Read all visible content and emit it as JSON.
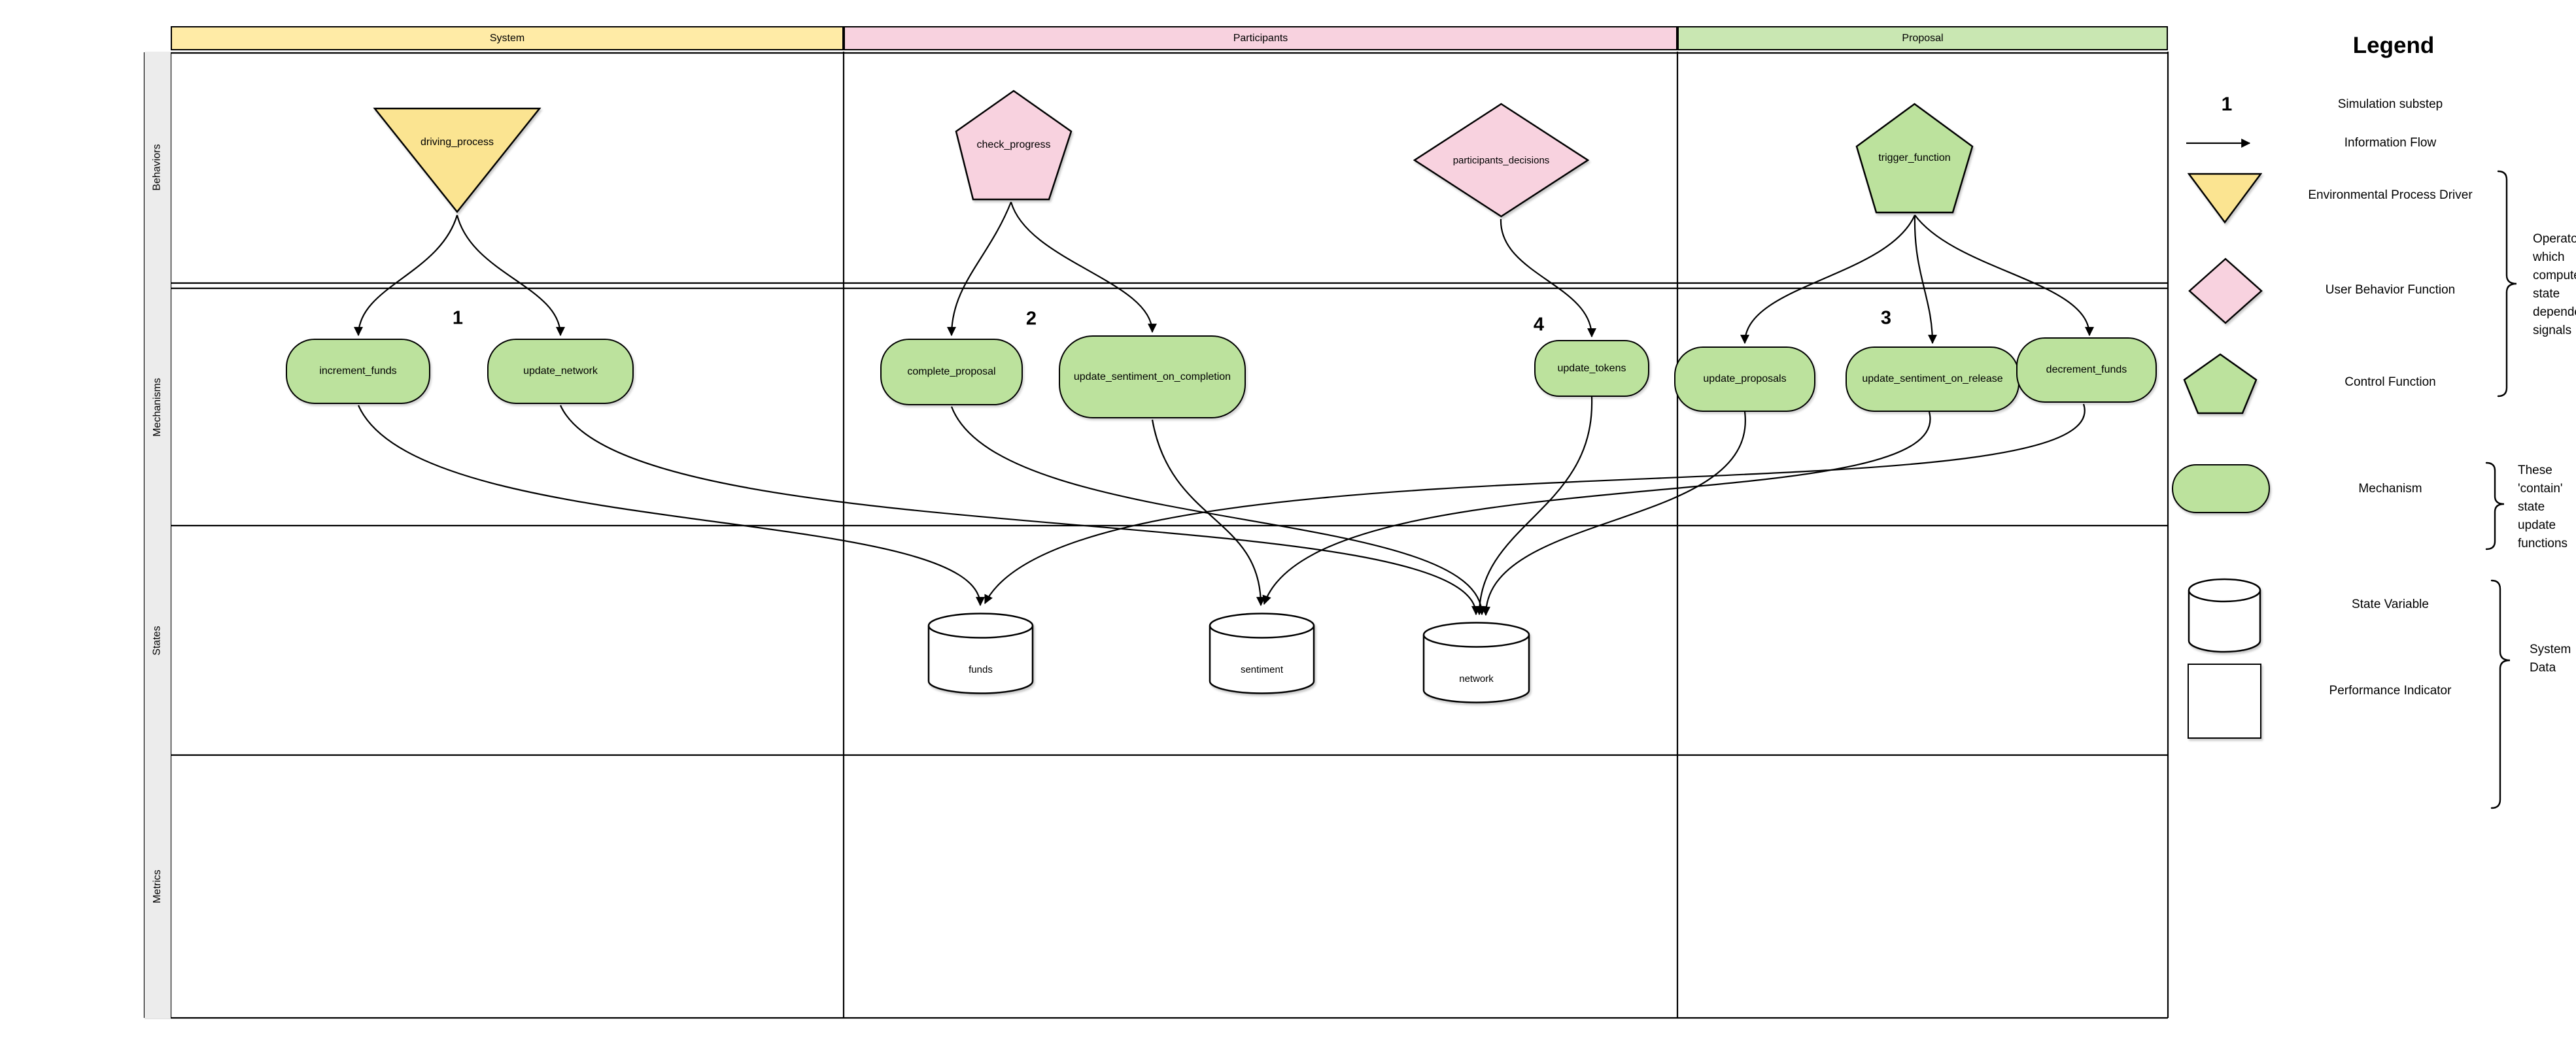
{
  "diagram": {
    "columns": [
      {
        "id": "system",
        "label": "System",
        "header_color": "#FFEBA6"
      },
      {
        "id": "participants",
        "label": "Participants",
        "header_color": "#F8D2DF"
      },
      {
        "id": "proposal",
        "label": "Proposal",
        "header_color": "#C9E7B2"
      }
    ],
    "rows": [
      {
        "label": "Behaviors"
      },
      {
        "label": "Mechanisms"
      },
      {
        "label": "States"
      },
      {
        "label": "Metrics"
      }
    ],
    "behaviors": [
      {
        "id": "driving_process",
        "label": "driving_process",
        "shape": "inverted-triangle",
        "column": "System",
        "type": "Environmental Process Driver",
        "color": "#FBE491"
      },
      {
        "id": "check_progress",
        "label": "check_progress",
        "shape": "pentagon",
        "column": "Participants",
        "color": "#F8D2DF"
      },
      {
        "id": "participants_decisions",
        "label": "participants_decisions",
        "shape": "diamond",
        "column": "Participants",
        "type": "User Behavior Function",
        "color": "#F8D2DF"
      },
      {
        "id": "trigger_function",
        "label": "trigger_function",
        "shape": "pentagon",
        "column": "Proposal",
        "type": "Control Function",
        "color": "#BCE29D"
      }
    ],
    "mechanisms": [
      {
        "id": "increment_funds",
        "label": "increment_funds",
        "column": "System"
      },
      {
        "id": "update_network",
        "label": "update_network",
        "column": "System"
      },
      {
        "id": "complete_proposal",
        "label": "complete_proposal",
        "column": "Participants"
      },
      {
        "id": "update_sentiment_on_completion",
        "label": "update_sentiment_on_completion",
        "column": "Participants"
      },
      {
        "id": "update_tokens",
        "label": "update_tokens",
        "column": "Participants"
      },
      {
        "id": "update_proposals",
        "label": "update_proposals",
        "column": "Proposal"
      },
      {
        "id": "update_sentiment_on_release",
        "label": "update_sentiment_on_release",
        "column": "Proposal"
      },
      {
        "id": "decrement_funds",
        "label": "decrement_funds",
        "column": "Proposal"
      }
    ],
    "states": [
      {
        "id": "funds",
        "label": "funds"
      },
      {
        "id": "sentiment",
        "label": "sentiment"
      },
      {
        "id": "network",
        "label": "network"
      }
    ],
    "substeps": [
      {
        "number": "1",
        "column": "System"
      },
      {
        "number": "2",
        "column": "Participants"
      },
      {
        "number": "4",
        "column": "Participants"
      },
      {
        "number": "3",
        "column": "Proposal"
      }
    ],
    "edges": [
      {
        "from": "driving_process",
        "to": "increment_funds"
      },
      {
        "from": "driving_process",
        "to": "update_network"
      },
      {
        "from": "check_progress",
        "to": "complete_proposal"
      },
      {
        "from": "check_progress",
        "to": "update_sentiment_on_completion"
      },
      {
        "from": "participants_decisions",
        "to": "update_tokens"
      },
      {
        "from": "trigger_function",
        "to": "update_proposals"
      },
      {
        "from": "trigger_function",
        "to": "update_sentiment_on_release"
      },
      {
        "from": "trigger_function",
        "to": "decrement_funds"
      },
      {
        "from": "increment_funds",
        "to": "funds"
      },
      {
        "from": "update_network",
        "to": "network"
      },
      {
        "from": "complete_proposal",
        "to": "network"
      },
      {
        "from": "update_sentiment_on_completion",
        "to": "sentiment"
      },
      {
        "from": "update_tokens",
        "to": "network"
      },
      {
        "from": "update_proposals",
        "to": "network"
      },
      {
        "from": "update_sentiment_on_release",
        "to": "sentiment"
      },
      {
        "from": "decrement_funds",
        "to": "funds"
      }
    ]
  },
  "legend": {
    "title": "Legend",
    "items": [
      {
        "symbol": "substep-number",
        "symbol_text": "1",
        "label": "Simulation substep"
      },
      {
        "symbol": "flow-arrow",
        "label": "Information Flow"
      },
      {
        "symbol": "inverted-triangle",
        "label": "Environmental Process Driver",
        "color": "#FBE491"
      },
      {
        "symbol": "diamond",
        "label": "User Behavior Function",
        "color": "#F8D2DF"
      },
      {
        "symbol": "pentagon",
        "label": "Control Function",
        "color": "#BCE29D"
      },
      {
        "symbol": "mechanism-pill",
        "label": "Mechanism",
        "color": "#BCE29D"
      },
      {
        "symbol": "cylinder",
        "label": "State Variable"
      },
      {
        "symbol": "square",
        "label": "Performance Indicator"
      }
    ],
    "annotations": [
      {
        "text": "Operators which compute state dependent signals"
      },
      {
        "text": "These 'contain' state update functions"
      },
      {
        "text": "System Data"
      }
    ]
  }
}
